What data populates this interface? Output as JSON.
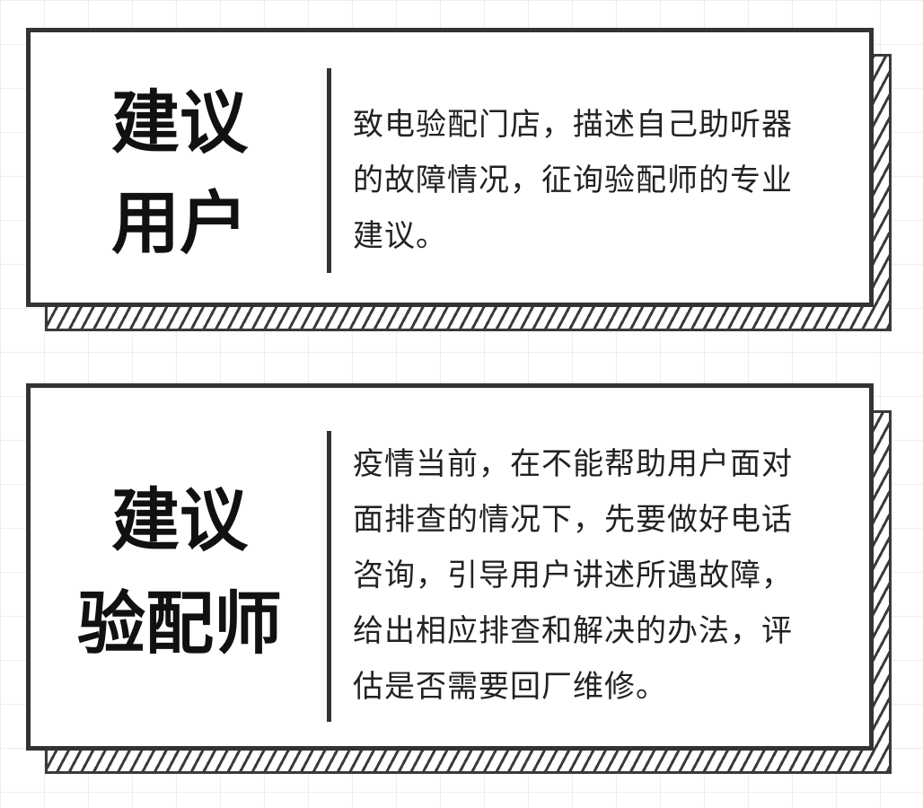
{
  "cards": [
    {
      "title_lines": [
        "建议",
        "用户"
      ],
      "body": "致电验配门店，描述自己助听器\n的故障情况，征询验配师的专业\n建议。"
    },
    {
      "title_lines": [
        "建议",
        "验配师"
      ],
      "body": "疫情当前，在不能帮助用户面对\n面排查的情况下，先要做好电话\n咨询，引导用户讲述所遇故障，\n给出相应排查和解决的办法，评\n估是否需要回厂维修。"
    }
  ],
  "colors": {
    "border": "#333333",
    "text": "#222222",
    "background": "#ffffff",
    "grid": "#eeeeee"
  }
}
